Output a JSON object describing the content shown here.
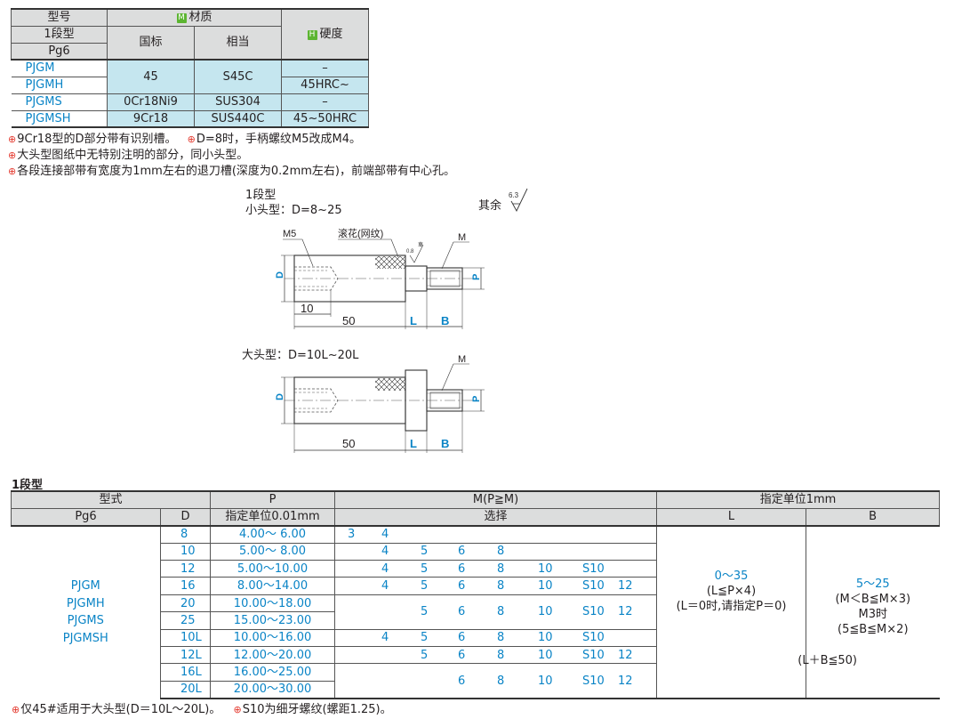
{
  "material_table": {
    "header": {
      "model_label": "型号",
      "material_badge": "M",
      "material_label": "材质",
      "hardness_badge": "H",
      "hardness_label": "硬度",
      "type_label": "1段型",
      "tolerance_label": "Pg6",
      "gb_label": "国标",
      "equiv_label": "相当"
    },
    "rows": [
      {
        "model": "PJGM",
        "gb": "45",
        "equiv": "S45C",
        "hardness": "–"
      },
      {
        "model": "PJGMH",
        "hardness": "45HRC~"
      },
      {
        "model": "PJGMS",
        "gb": "0Cr18Ni9",
        "equiv": "SUS304",
        "hardness": "–"
      },
      {
        "model": "PJGMSH",
        "gb": "9Cr18",
        "equiv": "SUS440C",
        "hardness": "45~50HRC"
      }
    ]
  },
  "notes": [
    {
      "text_a": "9Cr18型的D部分带有识别槽。",
      "text_b": "D=8时，手柄螺纹M5改成M4。"
    },
    {
      "text_a": "大头型图纸中无特别注明的部分，同小头型。"
    },
    {
      "text_a": "各段连接部带有宽度为1mm左右的退刀槽(深度为0.2mm左右)，前端部带有中心孔。"
    }
  ],
  "drawing_small": {
    "title": "1段型",
    "subtitle": "小头型：D=8~25",
    "roughness_label": "其余",
    "roughness_value": "6.3",
    "knurl_label": "滚花(网纹)",
    "knurl_roughness": "0.8",
    "knurl_symbol": "車",
    "thread_label": "M5",
    "m_label": "M",
    "dim_D": "D",
    "dim_P": "P",
    "dim_10": "10",
    "dim_50": "50",
    "dim_L": "L",
    "dim_B": "B"
  },
  "drawing_large": {
    "subtitle": "大头型：D=10L~20L",
    "m_label": "M",
    "dim_D": "D",
    "dim_P": "P",
    "dim_50": "50",
    "dim_L": "L",
    "dim_B": "B"
  },
  "spec_table": {
    "title": "1段型",
    "header": {
      "type_label": "型式",
      "p_label": "P",
      "m_label": "M(P≧M)",
      "unit_label": "指定单位1mm",
      "tol_label": "Pg6",
      "d_label": "D",
      "p_unit": "指定单位0.01mm",
      "select_label": "选择",
      "l_label": "L",
      "b_label": "B"
    },
    "models": [
      "PJGM",
      "PJGMH",
      "PJGMS",
      "PJGMSH"
    ],
    "rows": [
      {
        "d": "8",
        "p": "4.00～ 6.00"
      },
      {
        "d": "10",
        "p": "5.00～ 8.00"
      },
      {
        "d": "12",
        "p": "5.00～10.00"
      },
      {
        "d": "16",
        "p": "8.00～14.00"
      },
      {
        "d": "20",
        "p": "10.00～18.00"
      },
      {
        "d": "25",
        "p": "15.00～23.00"
      },
      {
        "d": "10L",
        "p": "10.00～16.00"
      },
      {
        "d": "12L",
        "p": "12.00～20.00"
      },
      {
        "d": "16L",
        "p": "16.00～25.00"
      },
      {
        "d": "20L",
        "p": "20.00～30.00"
      }
    ],
    "m_groups": {
      "g1": [
        "3",
        "4"
      ],
      "g2": [
        "4",
        "5",
        "6",
        "8"
      ],
      "g3": [
        "4",
        "5",
        "6",
        "8",
        "10",
        "S10"
      ],
      "g4": [
        "4",
        "5",
        "6",
        "8",
        "10",
        "S10",
        "12"
      ],
      "g5": [
        "5",
        "6",
        "8",
        "10",
        "S10",
        "12"
      ],
      "g6": [
        "4",
        "5",
        "6",
        "8",
        "10",
        "S10"
      ],
      "g7": [
        "5",
        "6",
        "8",
        "10",
        "S10",
        "12"
      ],
      "g8": [
        "6",
        "8",
        "10",
        "S10",
        "12"
      ]
    },
    "l_range": "0～35",
    "l_cond1": "(L≦P×4)",
    "l_cond2": "(L＝0时,请指定P＝0)",
    "b_range": "5～25",
    "b_cond1": "(M＜B≦M×3)",
    "b_cond2": "M3时",
    "b_cond3": "(5≦B≦M×2)",
    "lb_cond": "(L＋B≦50)"
  },
  "footnote": {
    "text_a": "仅45#适用于大头型(D＝10L～20L)。",
    "text_b": "S10为细牙螺纹(螺距1.25)。"
  },
  "colors": {
    "accent_blue": "#0a84c6",
    "cyan_fill": "#c5e6ef",
    "header_gray": "#dcdddd",
    "warn_red": "#e4392e",
    "badge_green": "#5cb531"
  }
}
